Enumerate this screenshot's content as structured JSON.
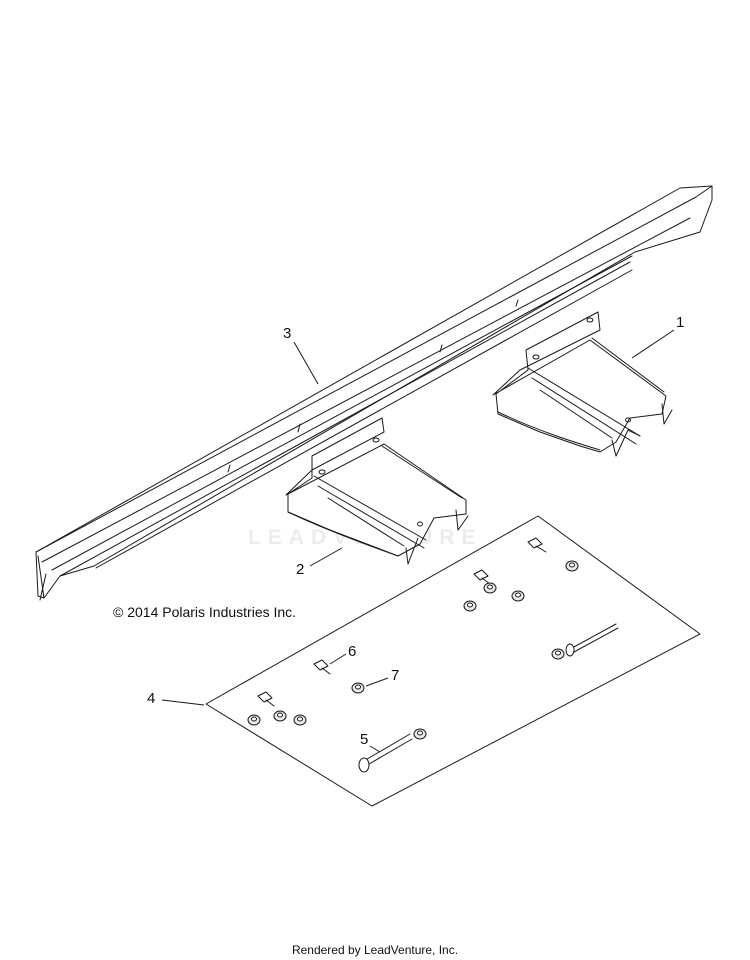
{
  "copyright": "© 2014 Polaris Industries Inc.",
  "watermark": "LEADVENTURE",
  "footer": "Rendered by LeadVenture, Inc.",
  "callouts": [
    "1",
    "2",
    "3",
    "4",
    "5",
    "6",
    "7"
  ]
}
